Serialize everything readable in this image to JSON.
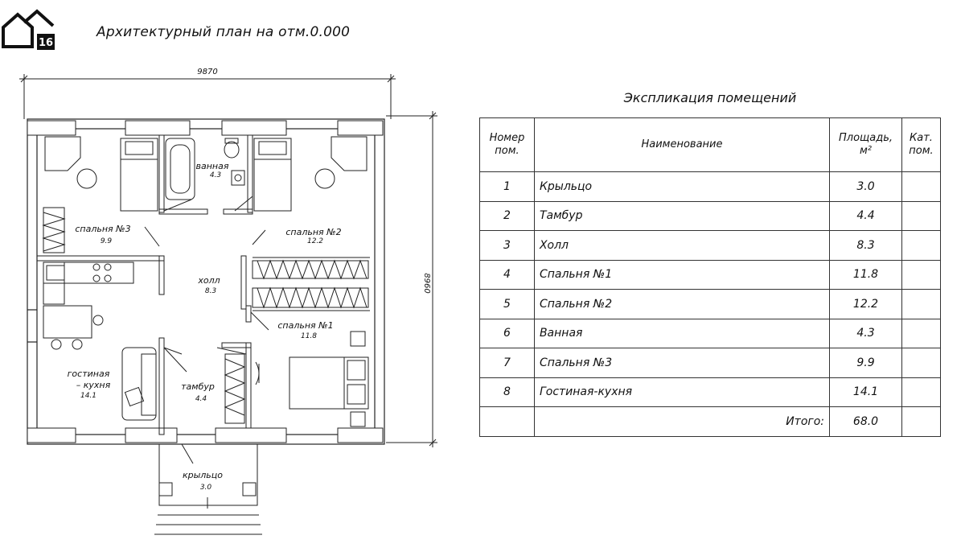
{
  "logo": {
    "badge": "16"
  },
  "drawing_title": "Архитектурный план на отм.0.000",
  "plan": {
    "dim_width": "9870",
    "dim_height": "8960",
    "rooms": [
      {
        "name": "ванная",
        "area": "4.3"
      },
      {
        "name": "спальня №3",
        "area": "9.9"
      },
      {
        "name": "спальня №2",
        "area": "12.2"
      },
      {
        "name": "холл",
        "area": "8.3"
      },
      {
        "name": "спальня №1",
        "area": "11.8"
      },
      {
        "name": "гостиная",
        "name2": "– кухня",
        "area": "14.1"
      },
      {
        "name": "тамбур",
        "area": "4.4"
      },
      {
        "name": "крыльцо",
        "area": "3.0"
      }
    ]
  },
  "schedule": {
    "title": "Экспликация помещений",
    "headers": {
      "num": [
        "Номер",
        "пом."
      ],
      "name": "Наименование",
      "area": [
        "Площадь,",
        "м²"
      ],
      "cat": [
        "Кат.",
        "пом."
      ]
    },
    "rows": [
      {
        "num": "1",
        "name": "Крыльцо",
        "area": "3.0"
      },
      {
        "num": "2",
        "name": "Тамбур",
        "area": "4.4"
      },
      {
        "num": "3",
        "name": "Холл",
        "area": "8.3"
      },
      {
        "num": "4",
        "name": "Спальня №1",
        "area": "11.8"
      },
      {
        "num": "5",
        "name": "Спальня №2",
        "area": "12.2"
      },
      {
        "num": "6",
        "name": "Ванная",
        "area": "4.3"
      },
      {
        "num": "7",
        "name": "Спальня №3",
        "area": "9.9"
      },
      {
        "num": "8",
        "name": "Гостиная-кухня",
        "area": "14.1"
      }
    ],
    "total_label": "Итого:",
    "total_value": "68.0"
  }
}
